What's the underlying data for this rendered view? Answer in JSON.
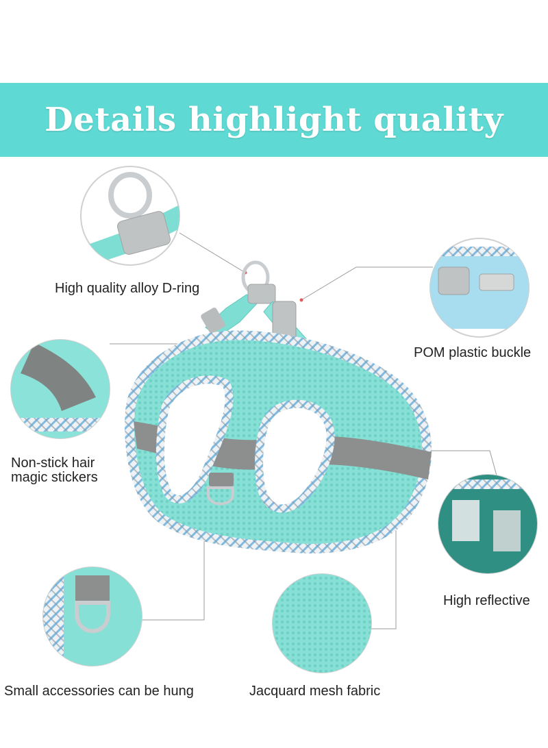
{
  "banner": {
    "title": "Details highlight quality",
    "color": "#5fd9d3"
  },
  "callouts": {
    "d_ring": "High quality alloy D-ring",
    "buckle": "POM plastic buckle",
    "stickers_line1": "Non-stick hair",
    "stickers_line2": "magic stickers",
    "reflective": "High reflective",
    "accessories": "Small accessories can be hung",
    "mesh": "Jacquard mesh fabric"
  },
  "colors": {
    "mint": "#7fded3",
    "mint_dark": "#5fc9bd",
    "reflective_grey": "#8c8f8e",
    "plaid_blue": "#4fa3d9",
    "buckle_grey": "#b9bcbc"
  }
}
